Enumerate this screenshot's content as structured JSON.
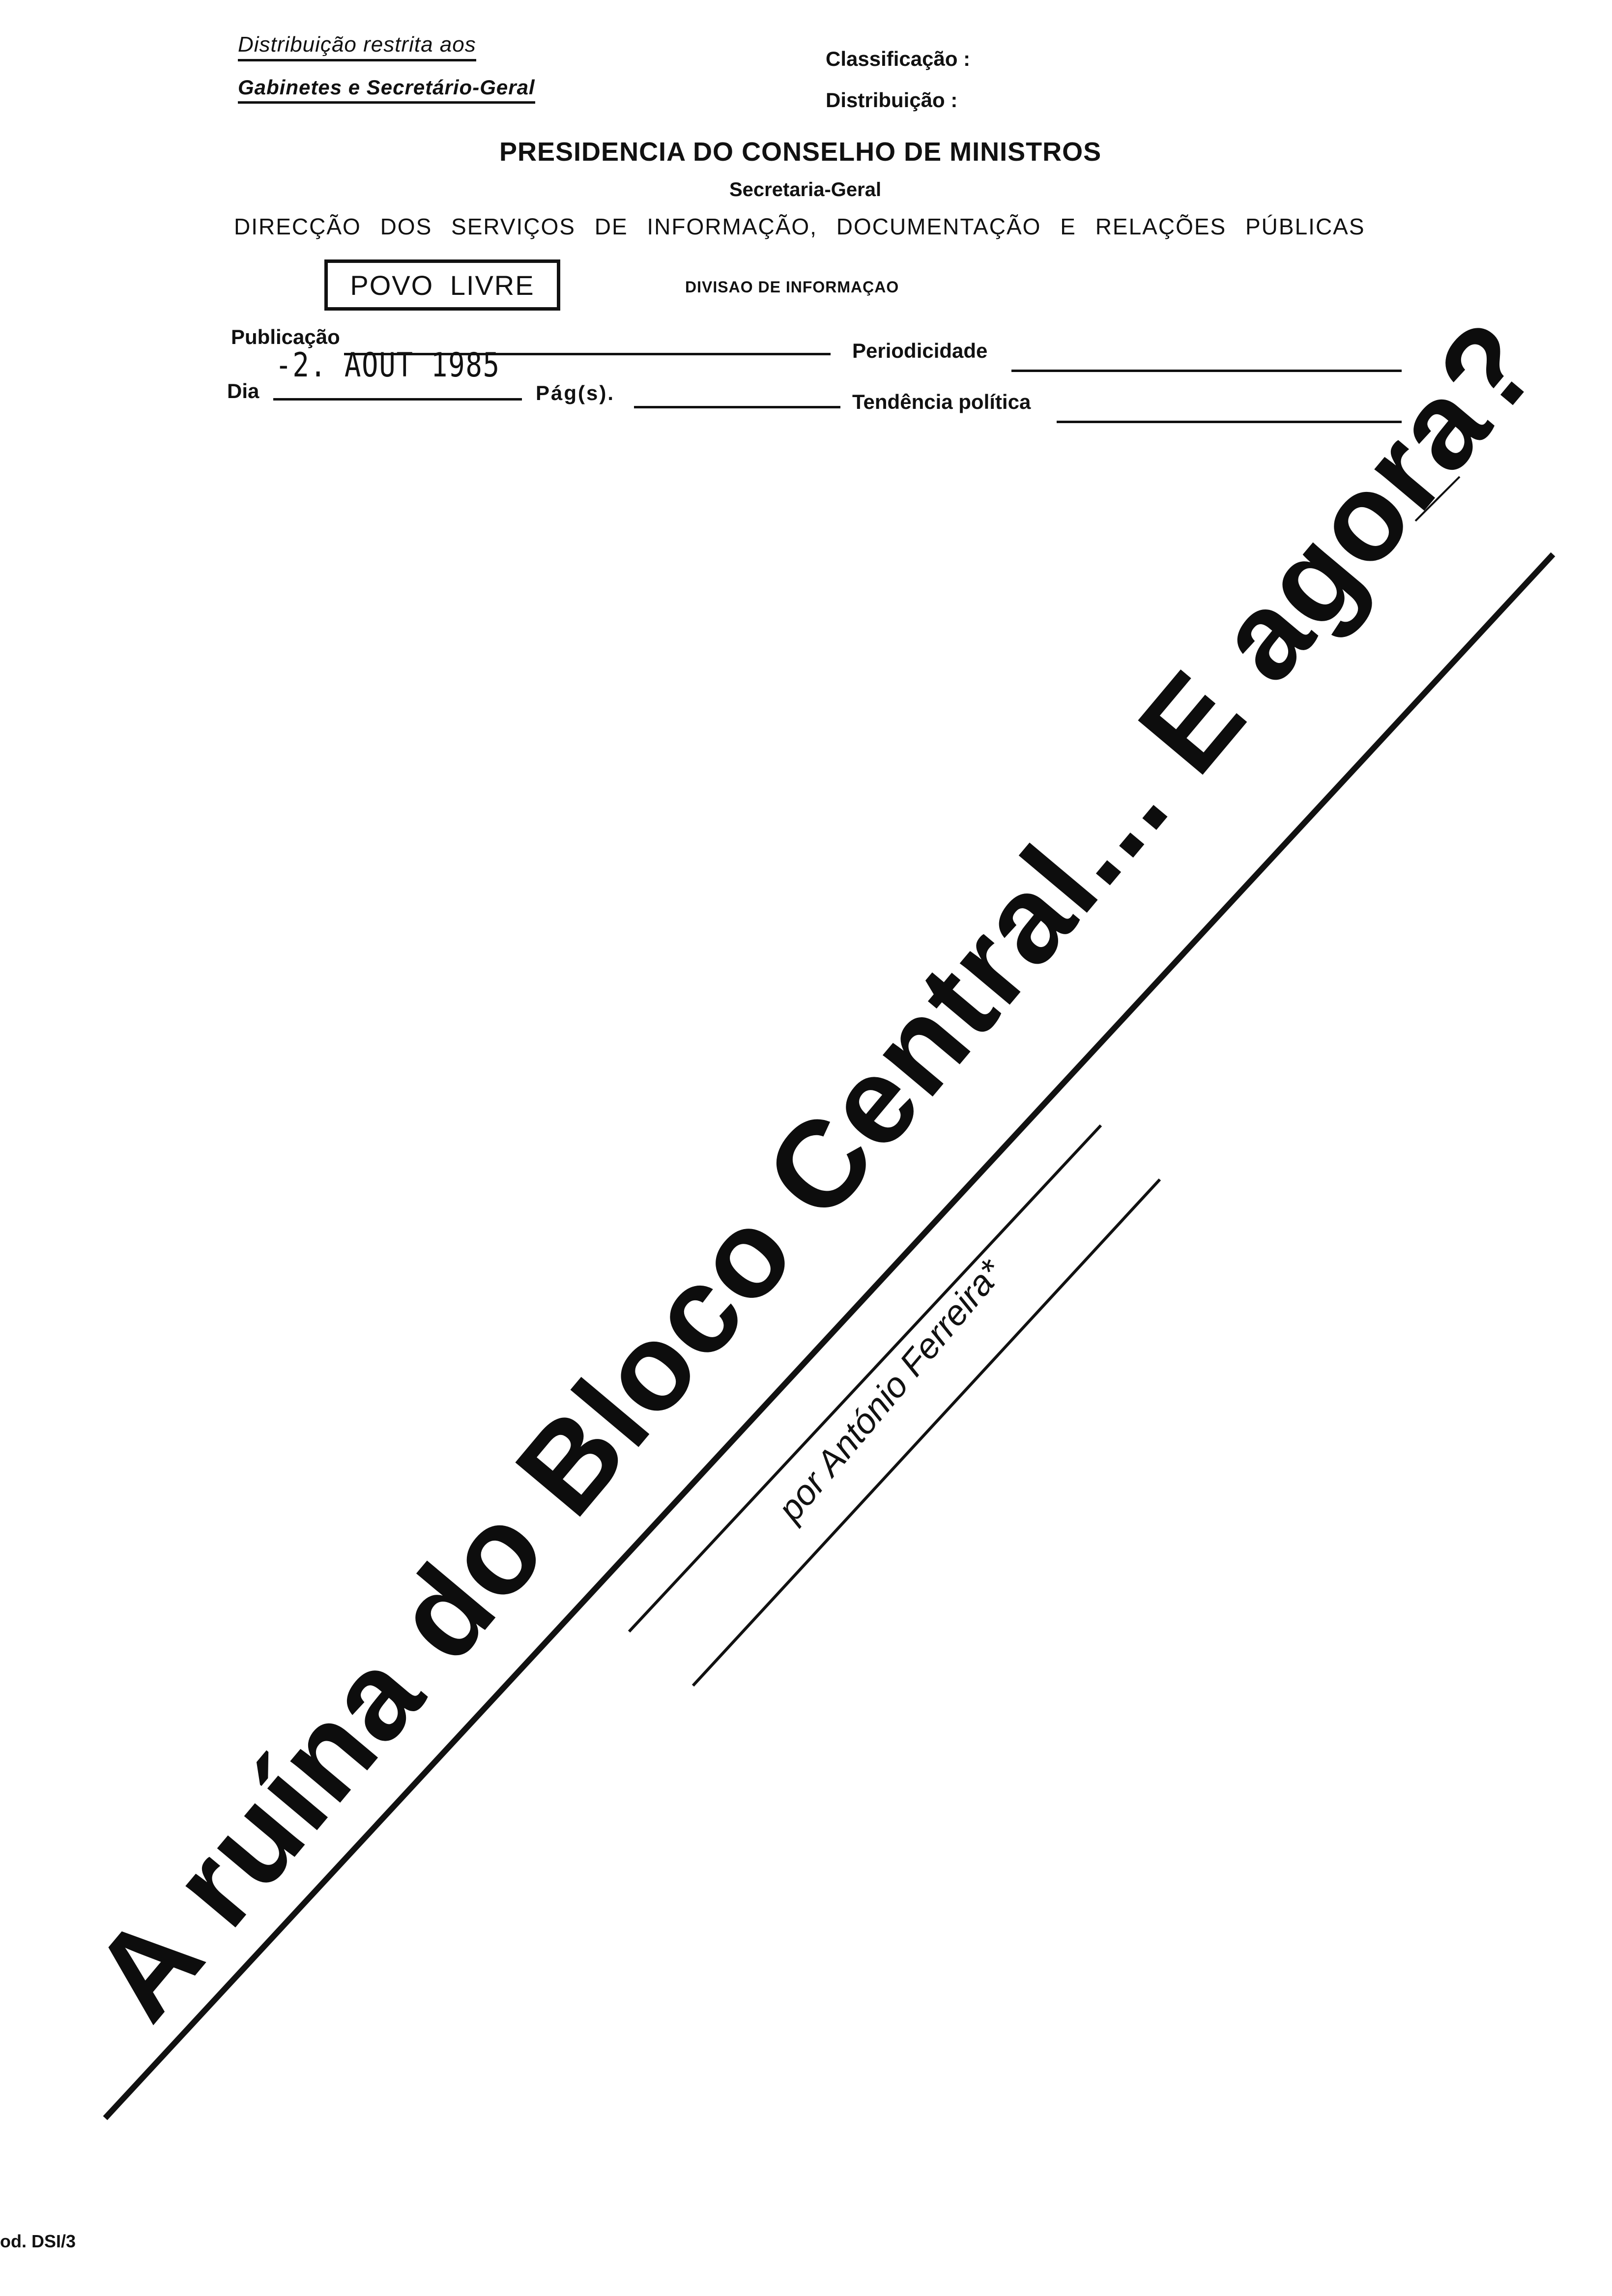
{
  "distribution_note": {
    "line1": "Distribuição restrita aos",
    "line2": "Gabinetes e Secretário-Geral"
  },
  "meta": {
    "classificacao_label": "Classificação :",
    "distribuicao_label": "Distribuição :"
  },
  "header": {
    "ministry": "PRESIDENCIA DO CONSELHO DE MINISTROS",
    "secretaria": "Secretaria-Geral",
    "direccao": "DIRECÇÃO DOS SERVIÇOS DE INFORMAÇÃO, DOCUMENTAÇÃO E RELAÇÕES PÚBLICAS",
    "publication_stamp": "POVO LIVRE",
    "divisao": "DIVISAO DE INFORMAÇAO"
  },
  "form": {
    "publicacao_label": "Publicação",
    "periodicidade_label": "Periodicidade",
    "dia_label": "Dia",
    "dia_value": "-2. AOUT 1985",
    "pags_label": "Pág(s).",
    "tendencia_label": "Tendência política"
  },
  "article": {
    "headline": "A ruína do Bloco Central... E agora?",
    "byline": "por António Ferreira*"
  },
  "footer": {
    "code": "od. DSI/3"
  }
}
